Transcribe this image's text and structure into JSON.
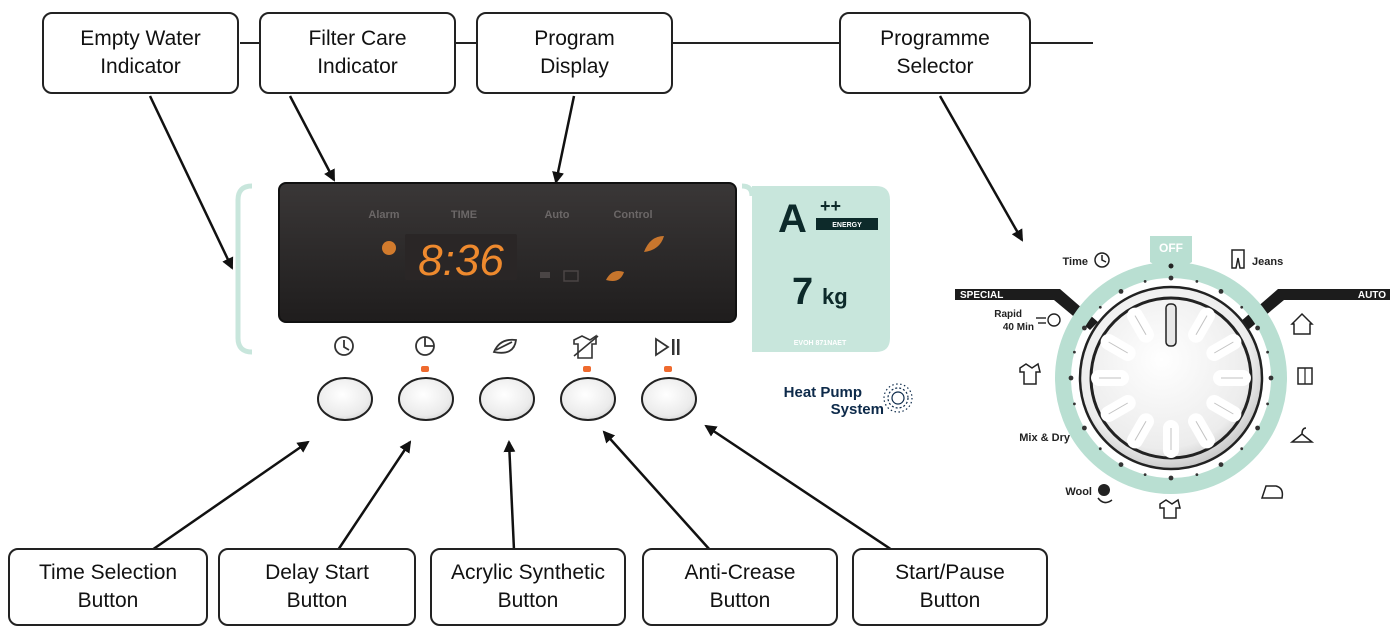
{
  "callouts_top": [
    {
      "id": "empty-water",
      "label": "Empty Water\nIndicator"
    },
    {
      "id": "filter-care",
      "label": "Filter Care\nIndicator"
    },
    {
      "id": "program-display",
      "label": "Program\nDisplay"
    },
    {
      "id": "programme-selector",
      "label": "Programme\nSelector"
    }
  ],
  "callouts_bottom": [
    {
      "id": "time-selection",
      "label": "Time Selection\nButton"
    },
    {
      "id": "delay-start",
      "label": "Delay Start\nButton"
    },
    {
      "id": "acrylic-synthetic",
      "label": "Acrylic Synthetic\nButton"
    },
    {
      "id": "anti-crease",
      "label": "Anti-Crease\nButton"
    },
    {
      "id": "start-pause",
      "label": "Start/Pause\nButton"
    }
  ],
  "display": {
    "alarm": "Alarm",
    "time": "TIME",
    "auto": "Auto",
    "control": "Control",
    "readout": "8:36"
  },
  "badge": {
    "energy_class": "A",
    "energy_plus": "++",
    "energy_word": "ENERGY",
    "capacity_number": "7",
    "capacity_unit": "kg",
    "model": "EVOH 871NAET"
  },
  "heat_pump": {
    "line1": "Heat Pump",
    "line2": "System"
  },
  "dial": {
    "off": "OFF",
    "special": "SPECIAL",
    "auto": "AUTO",
    "time": "Time",
    "jeans": "Jeans",
    "rapid_line1": "Rapid",
    "rapid_line2": "40 Min",
    "mix_dry": "Mix & Dry",
    "wool": "Wool"
  },
  "colors": {
    "accent_mint": "#c8e6dc",
    "ring_mint": "#b9dfd2",
    "display_dark": "#2e2c2c",
    "led_orange": "#ef8a2e",
    "badge_dark": "#0d2a2a"
  }
}
